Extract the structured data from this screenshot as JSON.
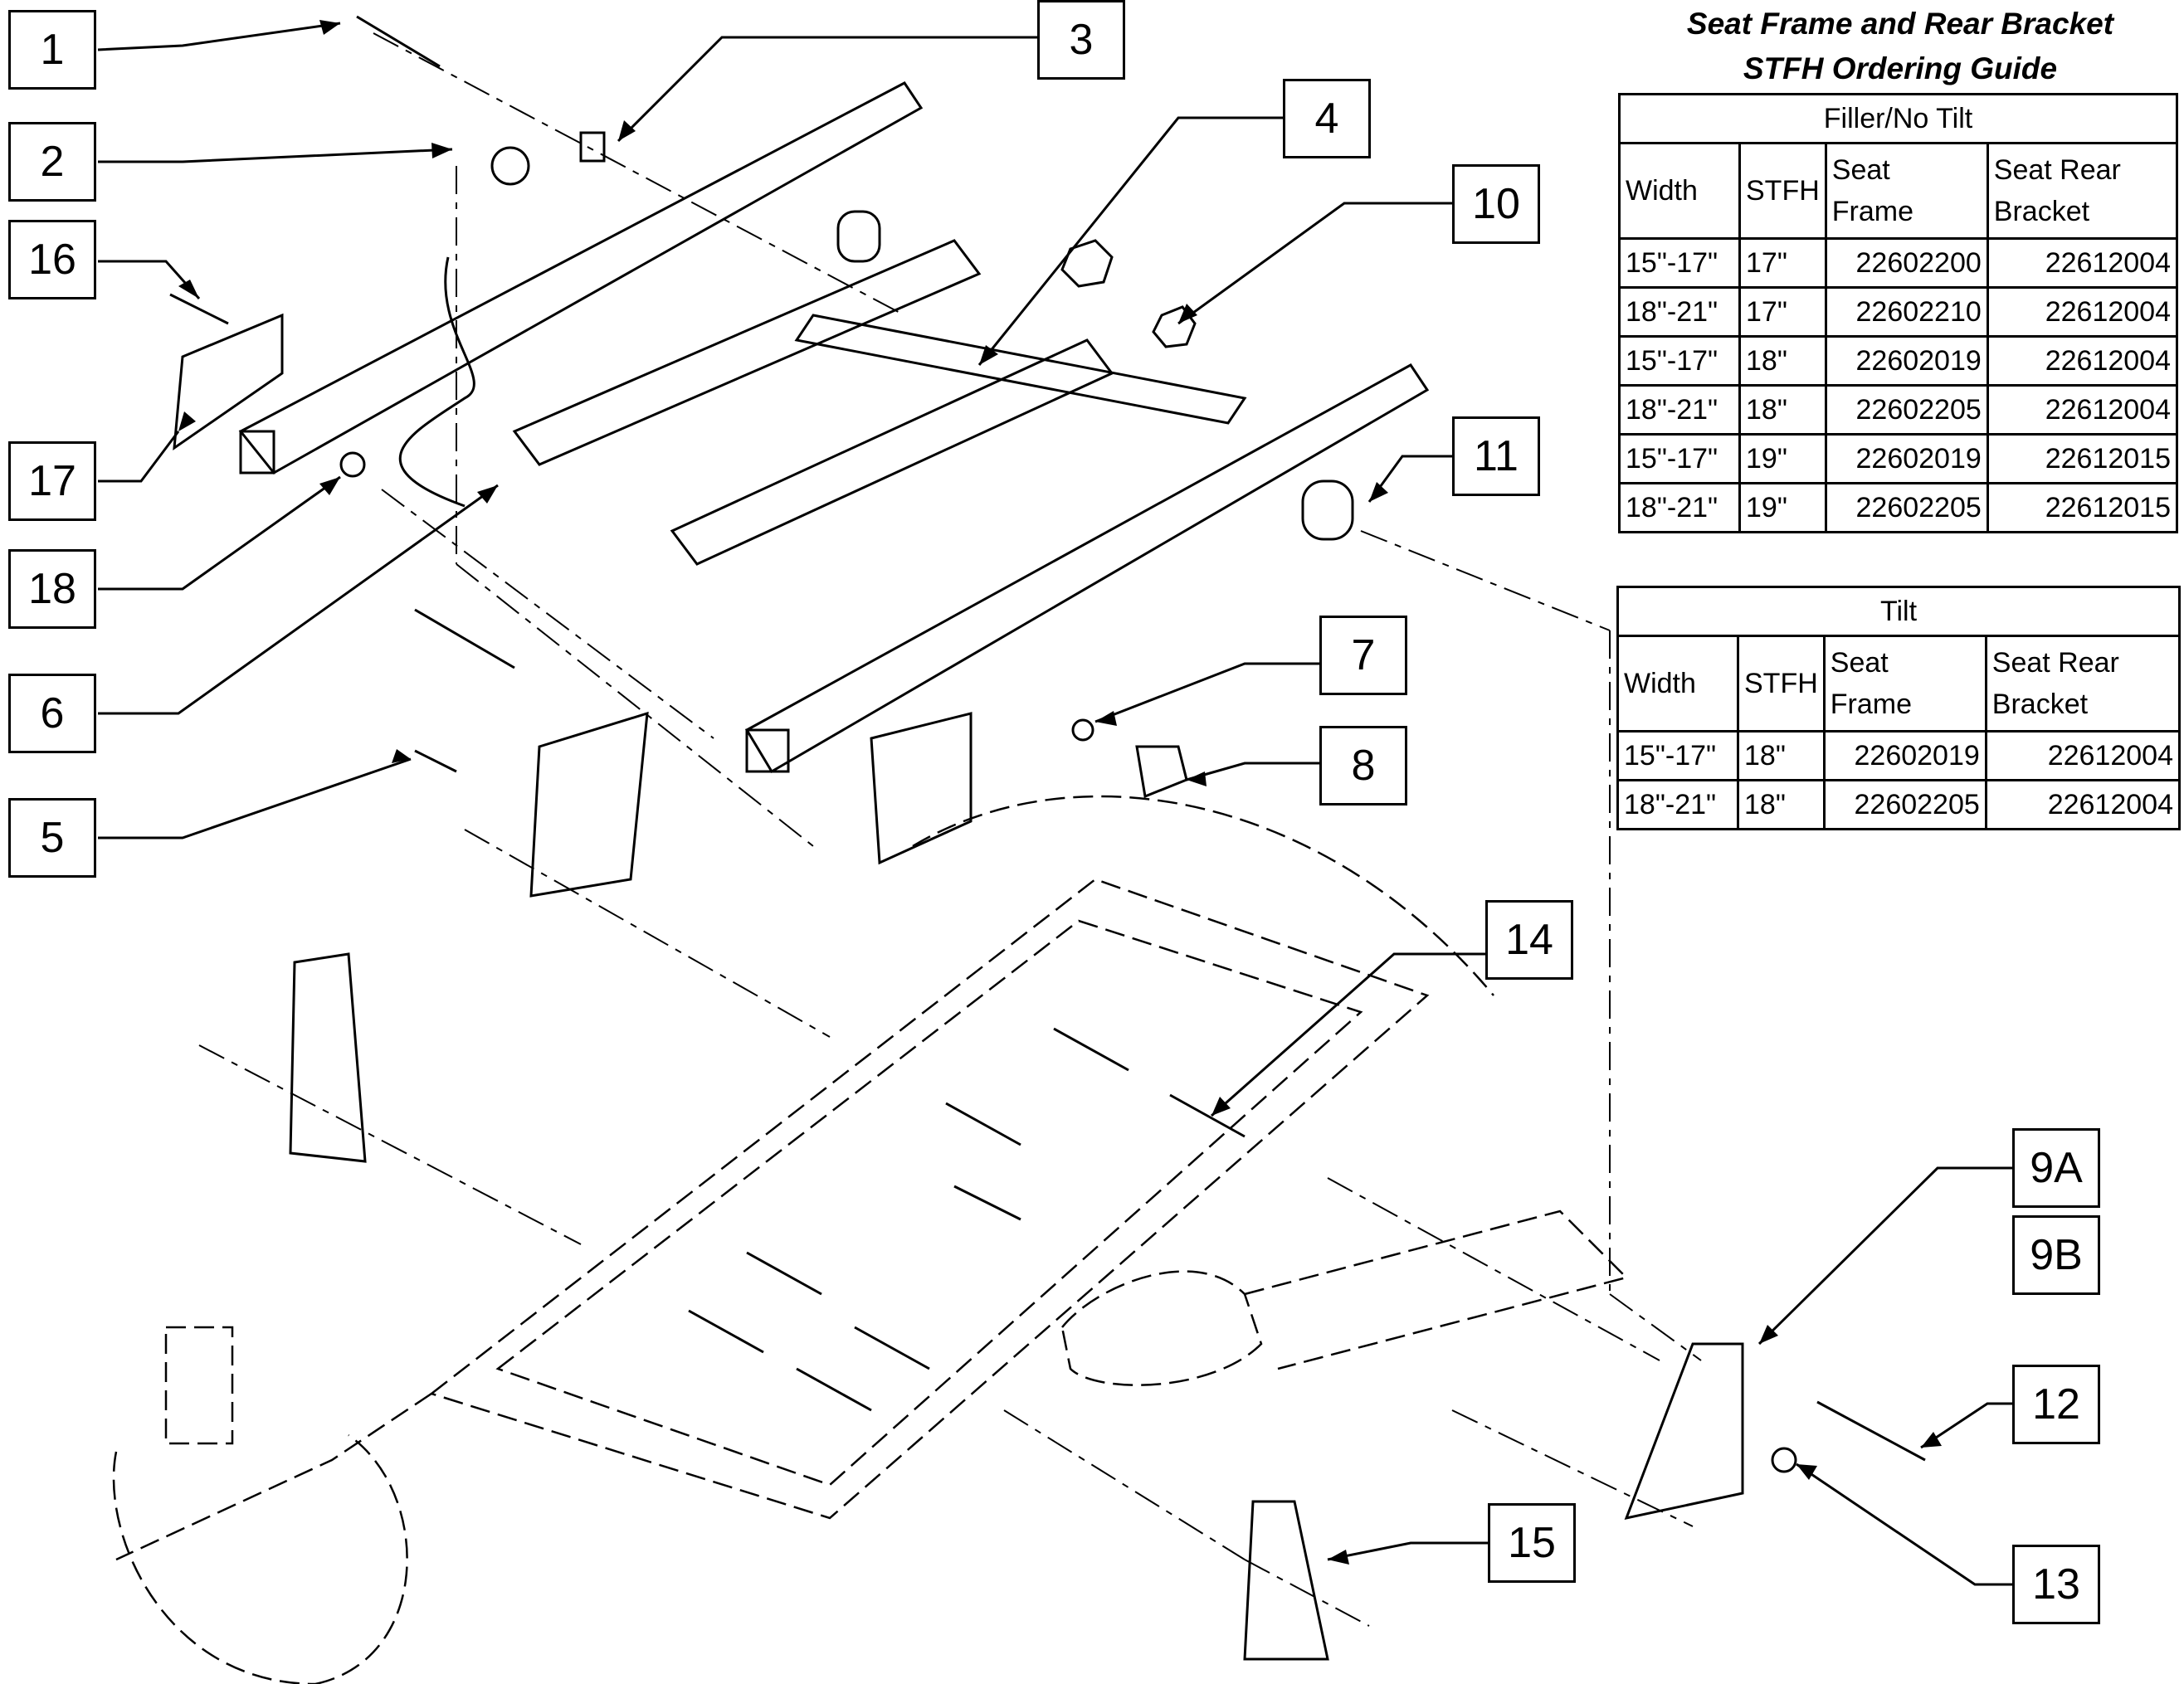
{
  "title": {
    "line1": "Seat Frame and Rear Bracket",
    "line2": "STFH Ordering Guide"
  },
  "callouts": {
    "c1": "1",
    "c2": "2",
    "c3": "3",
    "c4": "4",
    "c5": "5",
    "c6": "6",
    "c7": "7",
    "c8": "8",
    "c9a": "9A",
    "c9b": "9B",
    "c10": "10",
    "c11": "11",
    "c12": "12",
    "c13": "13",
    "c14": "14",
    "c15": "15",
    "c16": "16",
    "c17": "17",
    "c18": "18"
  },
  "table_filler": {
    "caption": "Filler/No Tilt",
    "headers": [
      "Width",
      "STFH",
      "Seat\nFrame",
      "Seat Rear\nBracket"
    ],
    "rows": [
      [
        "15\"-17\"",
        "17\"",
        "22602200",
        "22612004"
      ],
      [
        "18\"-21\"",
        "17\"",
        "22602210",
        "22612004"
      ],
      [
        "15\"-17\"",
        "18\"",
        "22602019",
        "22612004"
      ],
      [
        "18\"-21\"",
        "18\"",
        "22602205",
        "22612004"
      ],
      [
        "15\"-17\"",
        "19\"",
        "22602019",
        "22612015"
      ],
      [
        "18\"-21\"",
        "19\"",
        "22602205",
        "22612015"
      ]
    ]
  },
  "table_tilt": {
    "caption": "Tilt",
    "headers": [
      "Width",
      "STFH",
      "Seat\nFrame",
      "Seat Rear\nBracket"
    ],
    "rows": [
      [
        "15\"-17\"",
        "18\"",
        "22602019",
        "22612004"
      ],
      [
        "18\"-21\"",
        "18\"",
        "22602205",
        "22612004"
      ]
    ]
  }
}
